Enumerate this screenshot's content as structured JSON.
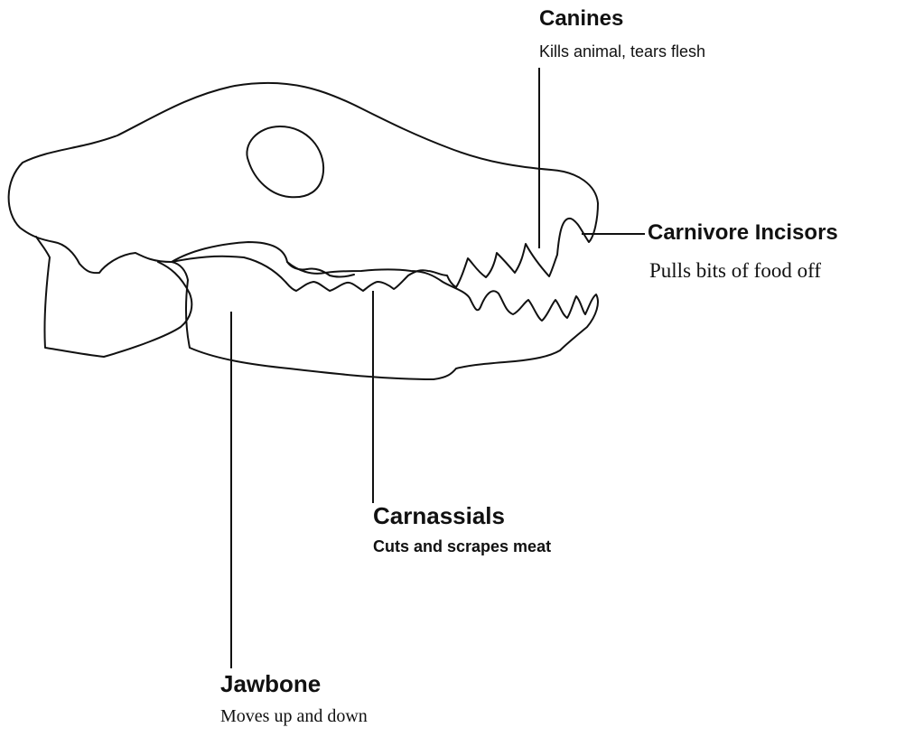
{
  "labels": {
    "canines": {
      "title": "Canines",
      "desc": "Kills animal, tears flesh"
    },
    "incisors": {
      "title": "Carnivore Incisors",
      "desc": "Pulls bits of food off"
    },
    "carnassials": {
      "title": "Carnassials",
      "desc": "Cuts and scrapes meat"
    },
    "jawbone": {
      "title": "Jawbone",
      "desc": "Moves up and down"
    }
  }
}
